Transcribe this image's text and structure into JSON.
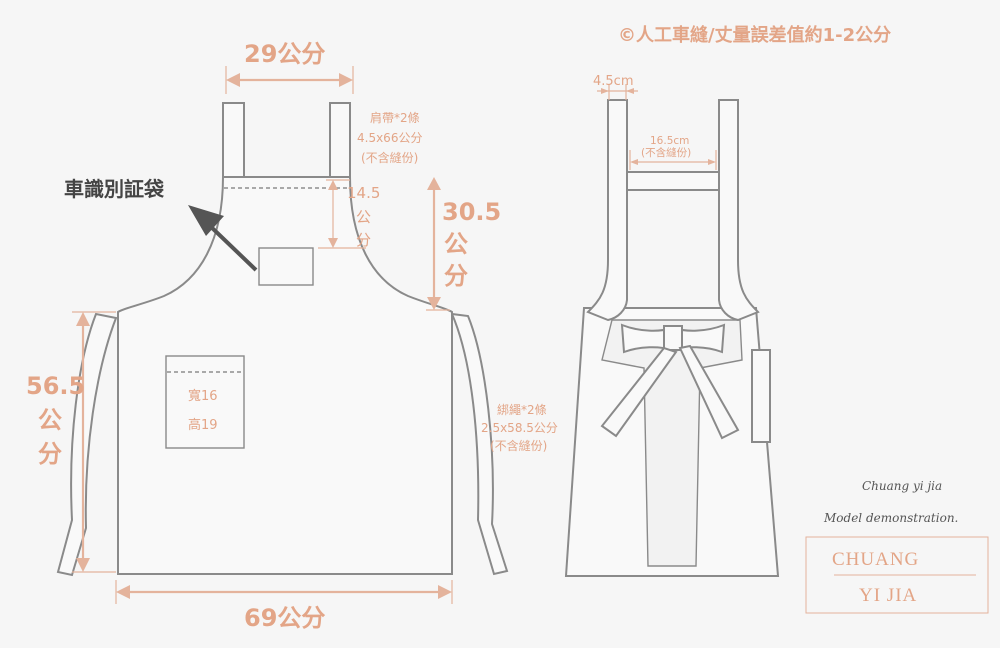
{
  "copyright": "©人工車縫/丈量誤差值約1-2公分",
  "front": {
    "strap_width": "29公分",
    "strap_note": [
      "肩帶*2條",
      "4.5x66公分",
      "(不含縫份)"
    ],
    "id_pocket_label": "車識別証袋",
    "bib_top_dim": [
      "14.5",
      "公",
      "分"
    ],
    "bib_height": [
      "30.5",
      "公",
      "分"
    ],
    "side_height": [
      "56.5",
      "公",
      "分"
    ],
    "pocket": [
      "寬16",
      "高19"
    ],
    "bottom_width": "69公分",
    "tie_note": [
      "綁繩*2條",
      "2.5x58.5公分",
      "(不含縫份)"
    ]
  },
  "back": {
    "strap_width": "4.5cm",
    "inner_width": [
      "16.5cm",
      "(不含縫份)"
    ]
  },
  "brand": {
    "script_1": "Chuang yi jia",
    "script_2": "Model demonstration.",
    "line_1": "CHUANG",
    "line_2": "YI JIA"
  }
}
